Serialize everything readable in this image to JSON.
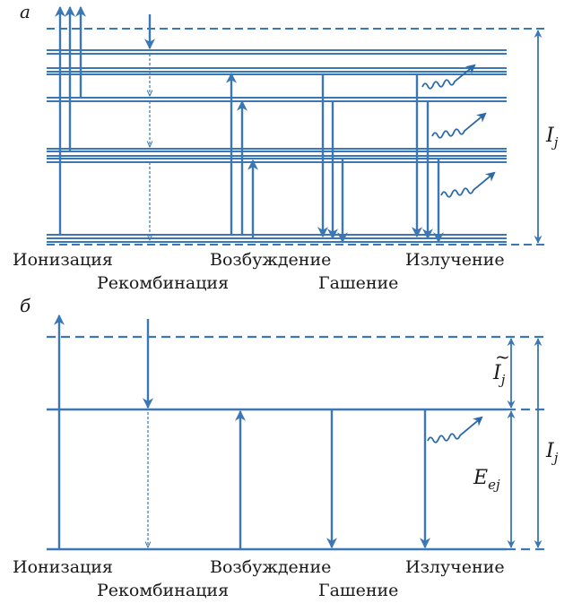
{
  "panel_a": {
    "label": "а",
    "energy_label_main": "I",
    "energy_label_sub": "j",
    "processes": {
      "ionization": "Ионизация",
      "recombination": "Рекомбинация",
      "excitation": "Возбуждение",
      "quenching": "Гашение",
      "emission": "Излучение"
    }
  },
  "panel_b": {
    "label": "б",
    "ionization_label_main": "I",
    "ionization_label_tilde": "~",
    "ionization_label_sub": "j",
    "excitation_label_main": "E",
    "excitation_label_sub": "ej",
    "total_label_main": "I",
    "total_label_sub": "j",
    "processes": {
      "ionization": "Ионизация",
      "recombination": "Рекомбинация",
      "excitation": "Возбуждение",
      "quenching": "Гашение",
      "emission": "Излучение"
    }
  },
  "colors": {
    "line": "#3a77b4",
    "text": "#1a1a1a"
  }
}
